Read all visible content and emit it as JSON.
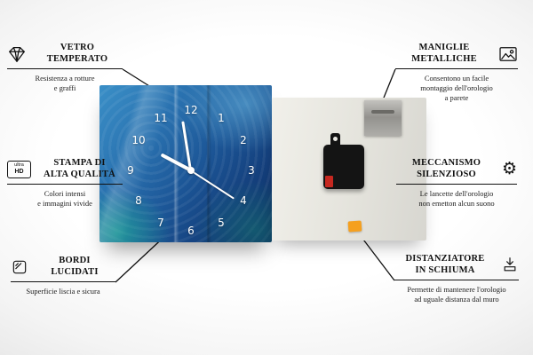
{
  "callouts": [
    {
      "icon": "diamond-icon",
      "title": "VETRO\nTEMPERATO",
      "subtitle": "Resistenza a rotture\ne graffi"
    },
    {
      "icon": "ultra-hd-icon",
      "title": "STAMPA DI\nALTA QUALITÀ",
      "subtitle": "Colori intensi\ne immagini vivide"
    },
    {
      "icon": "polished-edge-icon",
      "title": "BORDI\nLUCIDATI",
      "subtitle": "Superficie liscia e sicura"
    },
    {
      "icon": "picture-icon",
      "title": "MANIGLIE\nMETALLICHE",
      "subtitle": "Consentono un facile\nmontaggio dell'orologio\na parete"
    },
    {
      "icon": "gear-icon",
      "title": "MECCANISMO\nSILENZIOSO",
      "subtitle": "Le lancette dell'orologio\nnon emetton alcun suono"
    },
    {
      "icon": "foam-spacer-icon",
      "title": "DISTANZIATORE\nIN SCHIUMA",
      "subtitle": "Permette di mantenere l'orologio\nad uguale distanza dal muro"
    }
  ],
  "hd_icon": {
    "top": "ultra",
    "bottom": "HD"
  },
  "icons": {
    "gear": "⚙"
  },
  "clock": {
    "numbers": [
      "12",
      "1",
      "2",
      "3",
      "4",
      "5",
      "6",
      "7",
      "8",
      "9",
      "10",
      "11"
    ]
  }
}
